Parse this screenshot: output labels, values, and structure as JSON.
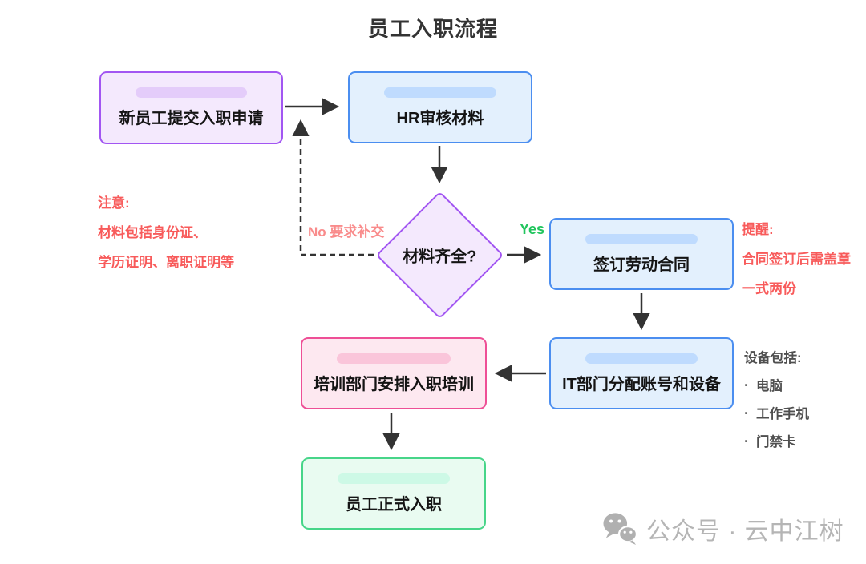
{
  "title": "员工入职流程",
  "nodes": {
    "apply": {
      "label": "新员工提交入职申请"
    },
    "hr_review": {
      "label": "HR审核材料"
    },
    "decision": {
      "label": "材料齐全?"
    },
    "contract": {
      "label": "签订劳动合同"
    },
    "it_assign": {
      "label": "IT部门分配账号和设备"
    },
    "training": {
      "label": "培训部门安排入职培训"
    },
    "onboard": {
      "label": "员工正式入职"
    }
  },
  "edge_labels": {
    "no": "No 要求补交",
    "yes": "Yes"
  },
  "annotations": {
    "note_left": {
      "title": "注意:",
      "lines": [
        "材料包括身份证、",
        "学历证明、离职证明等"
      ]
    },
    "note_right": {
      "title": "提醒:",
      "lines": [
        "合同签订后需盖章",
        "一式两份"
      ]
    },
    "devices": {
      "title": "设备包括:",
      "bullet_char": "·",
      "items": [
        "电脑",
        "工作手机",
        "门禁卡"
      ]
    }
  },
  "watermark": {
    "icon": "wechat-icon",
    "text": "公众号 · 云中江树"
  },
  "colors": {
    "purple_border": "#a256f2",
    "purple_fill": "#f4e9fd",
    "purple_pill": "#e4ccfa",
    "blue_border": "#4b8ef0",
    "blue_fill": "#e3f0fd",
    "blue_pill": "#bfdbfe",
    "pink_border": "#ee4f96",
    "pink_fill": "#fde8f0",
    "pink_pill": "#fac5da",
    "green_border": "#47d589",
    "green_fill": "#e9fbf1",
    "green_pill": "#cdf9e6",
    "note_red": "#f85b5b",
    "no_label_red": "#f98b8b",
    "yes_green": "#22c55e",
    "arrow": "#333333",
    "device_text": "#4f4f4f",
    "watermark_gray": "#b5b5b5",
    "title_text": "#333333",
    "node_text": "#141414"
  }
}
